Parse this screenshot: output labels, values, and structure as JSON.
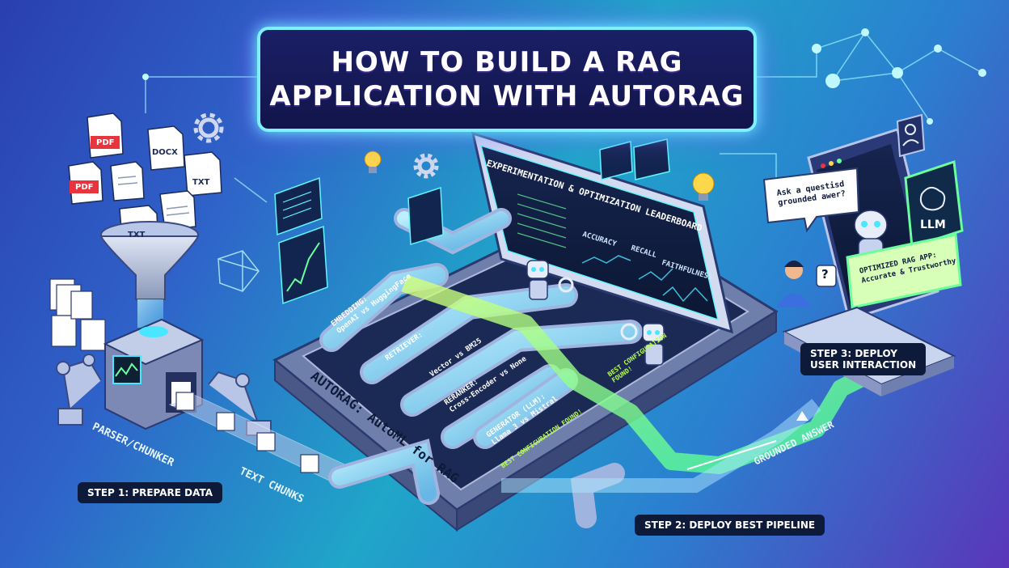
{
  "title": {
    "line1": "HOW TO BUILD A RAG",
    "line2": "APPLICATION WITH AUTORAG"
  },
  "files": {
    "pdf1": "PDF",
    "pdf2": "PDF",
    "docx": "DOCX",
    "txt1": "TXT",
    "txt2": "TXT"
  },
  "labels": {
    "parser_chunker": "PARSER/CHUNKER",
    "text_chunks": "TEXT CHUNKS",
    "grounded_answer": "GROUNDED ANSWER",
    "leaderboard": "EXPERIMENTATION & OPTIMIZATION LEADERBOARD",
    "accuracy": "ACCURACY",
    "recall": "RECALL",
    "faithfulness": "FAITHFULNESS",
    "platform": "AUTORAG: AutoML for RAG",
    "embedding_title": "EMBEDDING:",
    "embedding_sub": "OpenAI vs HuggingFace",
    "retriever_title": "RETRIEVER:",
    "retriever_sub": "Vector vs BM25",
    "reranker_title": "RERANKER:",
    "reranker_sub": "Cross-Encoder vs None",
    "generator_title": "GENERATOR (LLM):",
    "generator_sub": "Llama 3 vs Mistral",
    "best_config_1": "BEST CONFIGURATION FOUND!",
    "best_config_2": "BEST CONFIGURATION FOUND!",
    "ask_bubble_1": "Ask a questisd",
    "ask_bubble_2": "grounded awer?",
    "llm": "LLM",
    "app_title": "OPTIMIZED RAG APP:",
    "app_sub": "Accurate & Trustworthy",
    "question_mark": "?"
  },
  "steps": {
    "step1": "STEP 1: PREPARE DATA",
    "step2": "STEP 2: DEPLOY BEST PIPELINE",
    "step3_line1": "STEP 3: DEPLOY",
    "step3_line2": "USER INTERACTION"
  },
  "colors": {
    "accent_cyan": "#7ff0ff",
    "accent_green": "#8cff6a",
    "pdf_red": "#e8343c",
    "navy": "#12154a"
  },
  "icons": [
    "file-pdf-icon",
    "file-docx-icon",
    "file-txt-icon",
    "funnel-icon",
    "gear-icon",
    "lightbulb-icon",
    "robot-icon",
    "magnifier-icon",
    "brain-icon",
    "user-icon",
    "network-node-icon",
    "chart-icon"
  ]
}
